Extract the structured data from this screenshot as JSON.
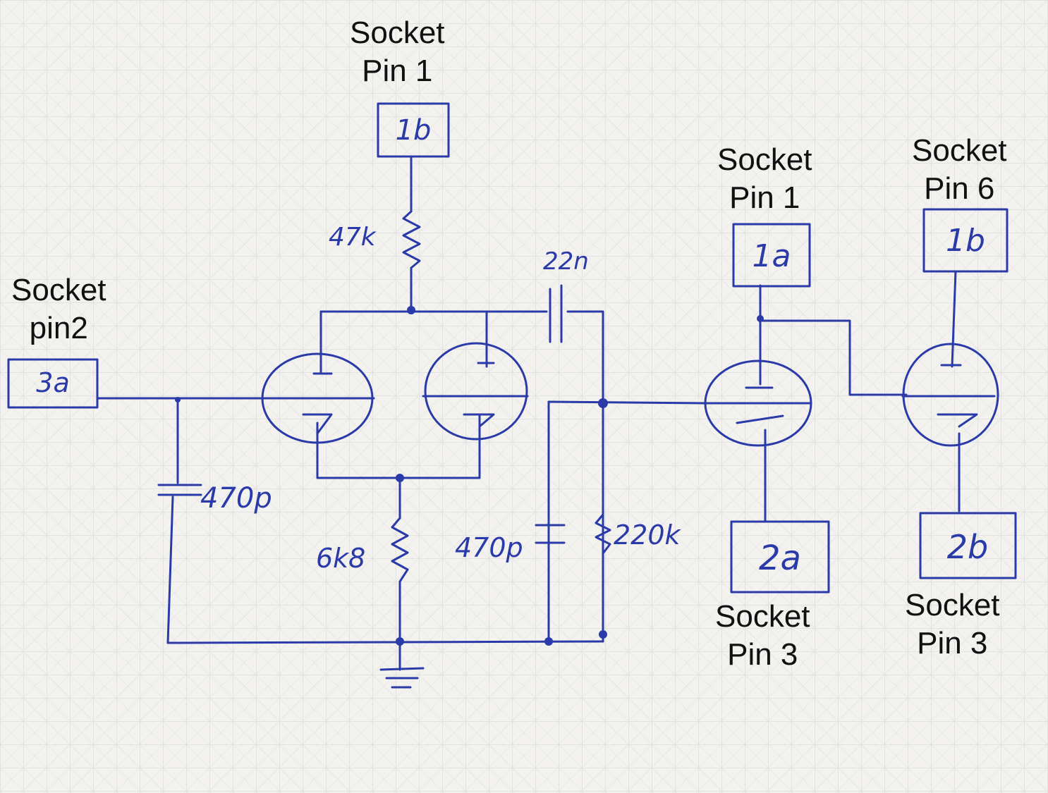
{
  "labels": {
    "socket_pin1_top": [
      "Socket",
      "Pin 1"
    ],
    "socket_pin2_left": [
      "Socket",
      "pin2"
    ],
    "socket_pin1_right": [
      "Socket",
      "Pin 1"
    ],
    "socket_pin6": [
      "Socket",
      "Pin 6"
    ],
    "socket_pin3_a": [
      "Socket",
      "Pin 3"
    ],
    "socket_pin3_b": [
      "Socket",
      "Pin 3"
    ]
  },
  "pins": {
    "top_1b": "1b",
    "left_3a": "3a",
    "mid_1a": "1a",
    "right_1b": "1b",
    "mid_2a": "2a",
    "right_2b": "2b"
  },
  "components": {
    "r_plate": "47k",
    "c_coupling": "22n",
    "c_input": "470p",
    "r_cathode": "6k8",
    "c_grid": "470p",
    "r_grid": "220k"
  },
  "colors": {
    "ink": "#2a3aa8",
    "paper": "#f3f2ee",
    "grid": "#cfd2d6"
  }
}
